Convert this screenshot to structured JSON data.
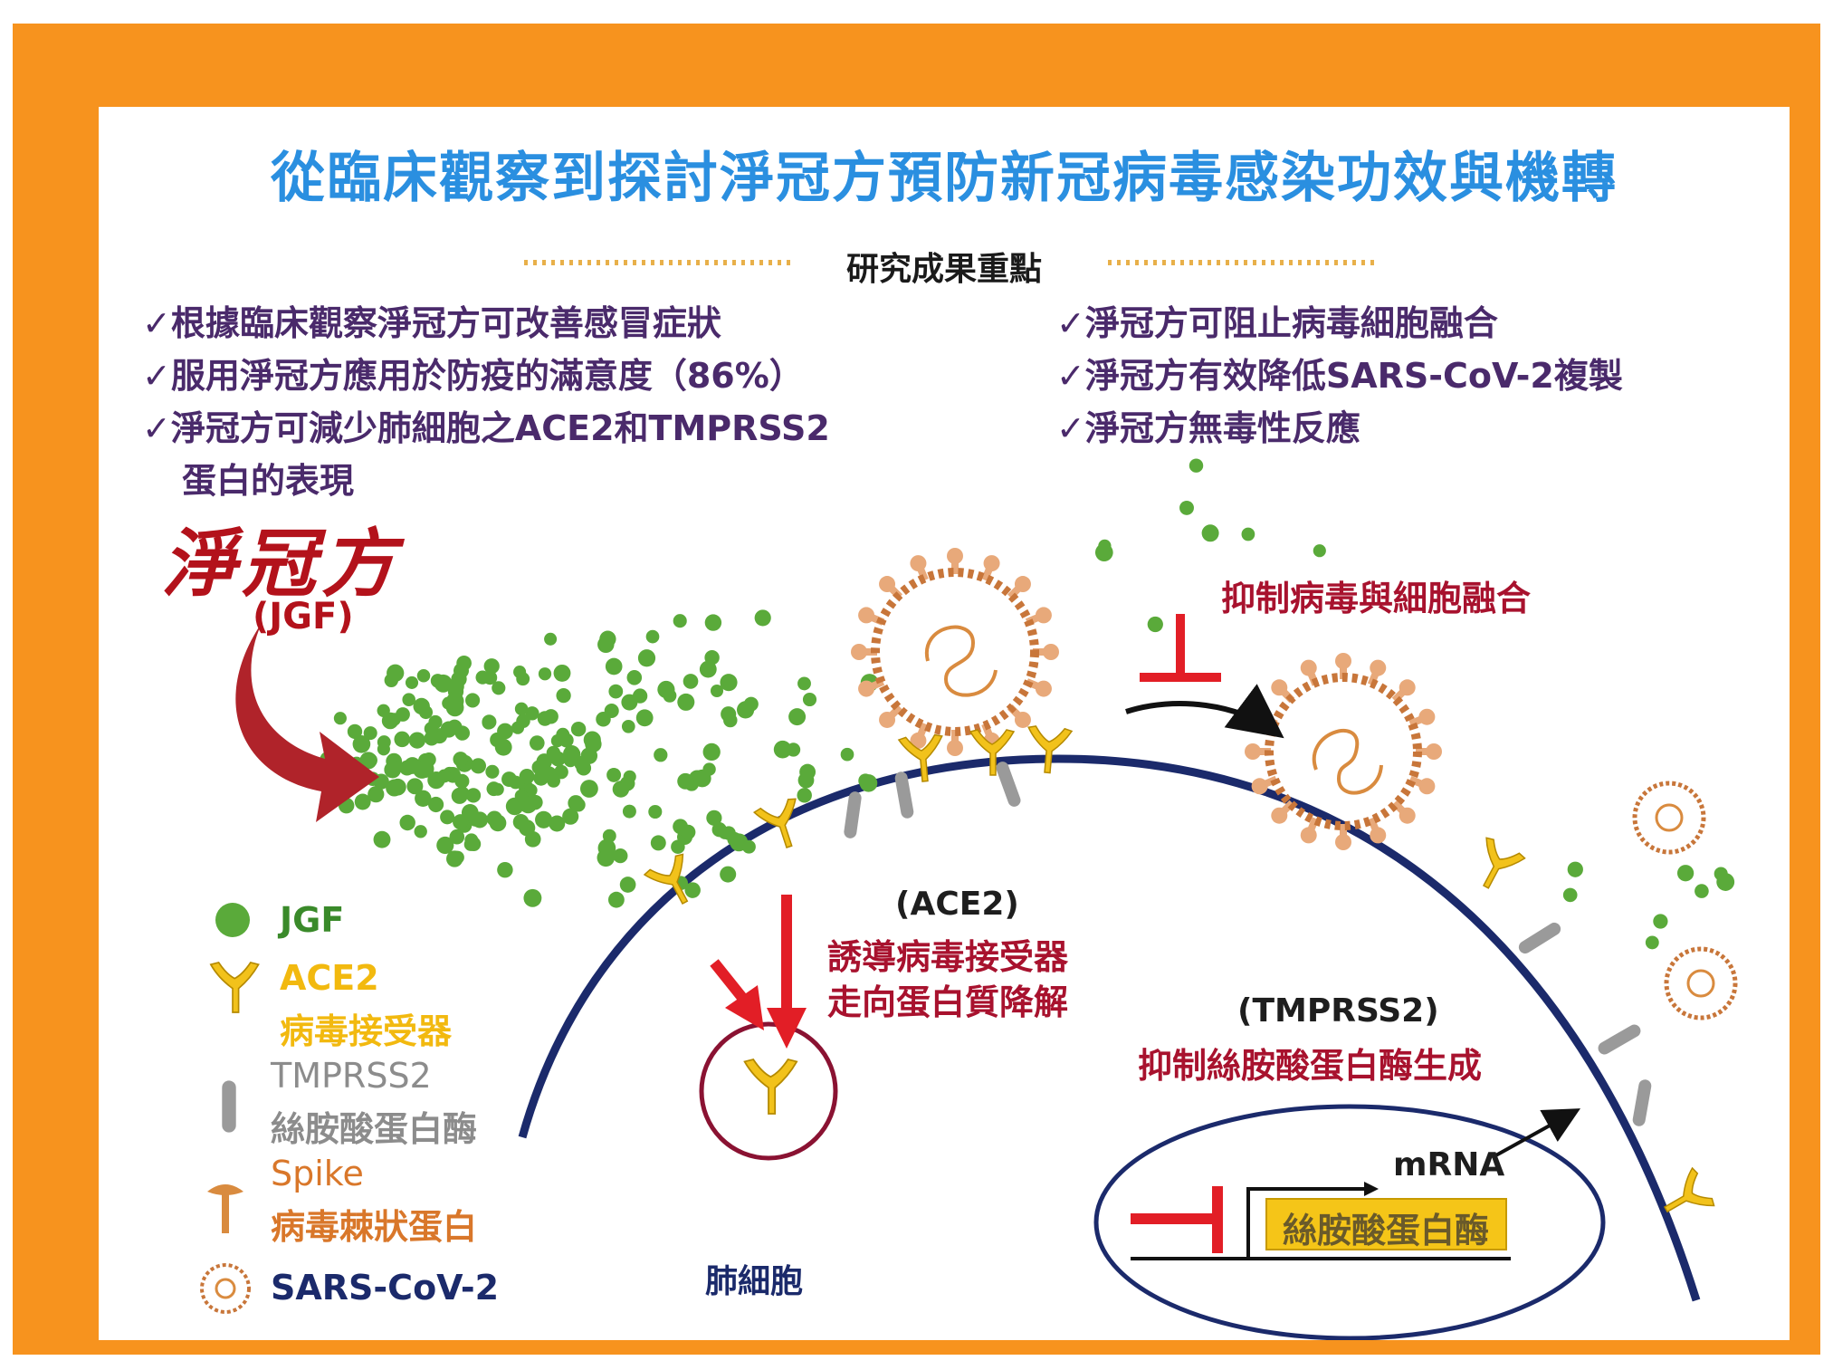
{
  "title": "從臨床觀察到探討淨冠方預防新冠病毒感染功效與機轉",
  "highlights_heading": "研究成果重點",
  "highlights_left": [
    "✓根據臨床觀察淨冠方可改善感冒症狀",
    "✓服用淨冠方應用於防疫的滿意度（86%）",
    "✓淨冠方可減少肺細胞之ACE2和TMPRSS2",
    "蛋白的表現"
  ],
  "highlights_right": [
    "✓淨冠方可阻止病毒細胞融合",
    "✓淨冠方有效降低SARS-CoV-2複製",
    "✓淨冠方無毒性反應"
  ],
  "drug_name": "淨冠方",
  "drug_abbr": "(JGF)",
  "inhibit_fusion": "抑制病毒與細胞融合",
  "ace2_title": "(ACE2)",
  "ace2_desc": [
    "誘導病毒接受器",
    "走向蛋白質降解"
  ],
  "tmprss2_title": "(TMPRSS2)",
  "tmprss2_desc": "抑制絲胺酸蛋白酶生成",
  "mrna": "mRNA",
  "gene_box": "絲胺酸蛋白酶",
  "lung_cell": "肺細胞",
  "legend": {
    "jgf": "JGF",
    "ace2": [
      "ACE2",
      "病毒接受器"
    ],
    "tmprss2": [
      "TMPRSS2",
      "絲胺酸蛋白酶"
    ],
    "spike": [
      "Spike",
      "病毒棘狀蛋白"
    ],
    "virus": "SARS-CoV-2"
  },
  "colors": {
    "frame": "#f7931e",
    "title": "#2a8fe0",
    "jgf_dot": "#5aaa3a",
    "ace2": "#f2c21b",
    "tmprss2": "#9a9a9a",
    "spike": "#d98b3f",
    "membrane": "#1b2a6b",
    "inhibit": "#e21e26",
    "crimson": "#a8122e"
  }
}
